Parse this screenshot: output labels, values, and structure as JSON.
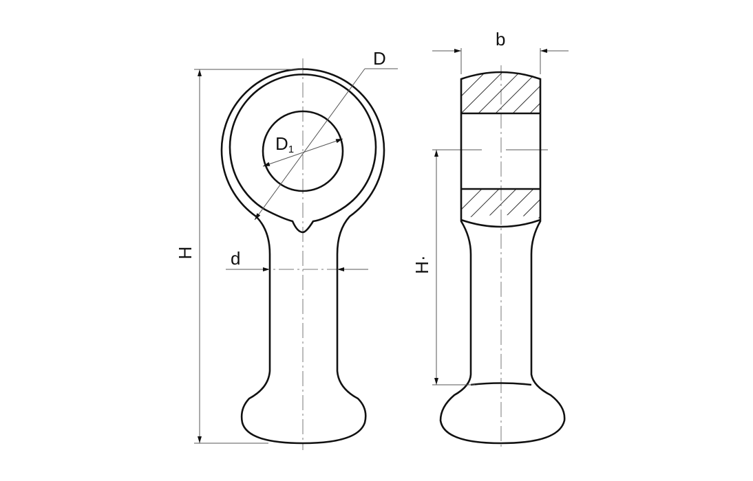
{
  "drawing": {
    "front_view": {
      "label_D": "D",
      "label_D1": "D",
      "label_D1_sub": "1",
      "label_H": "H",
      "label_d": "d"
    },
    "side_view": {
      "label_b": "b",
      "label_H1": "H·"
    }
  }
}
